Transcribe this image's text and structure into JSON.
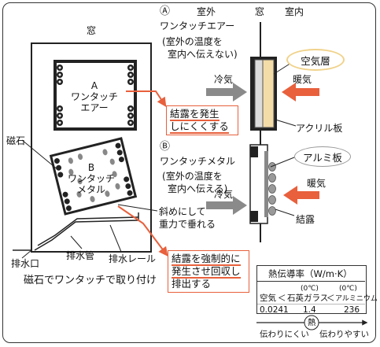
{
  "labels": {
    "window_left": "窓",
    "window_right": "窓",
    "a_symbol": "Ⓐ",
    "outside": "室外",
    "inside": "室内",
    "a_name": "ワンタッチエアー",
    "a_desc_line1": "室外の温度を",
    "a_desc_line2": "室内へ伝えない",
    "cold_air_a": "冷気",
    "warm_air_a": "暖気",
    "air_layer": "空気層",
    "acrylic": "アクリル板",
    "panel_a_line1": "A",
    "panel_a_line2": "ワンタッチ",
    "panel_a_line3": "エアー",
    "callout_a_line1": "結露を発生",
    "callout_a_line2": "しにくくする",
    "magnet": "磁石",
    "panel_b_line1": "B",
    "panel_b_line2": "ワンタッチ",
    "panel_b_line3": "メタル",
    "b_symbol": "Ⓑ",
    "b_name": "ワンタッチメタル",
    "b_desc_line1": "室外の温度を",
    "b_desc_line2": "室内へ伝える",
    "aluminum": "アルミ板",
    "cold_air_b": "冷気",
    "warm_air_b": "暖気",
    "condensation": "結露",
    "tilt_line1": "斜めにして",
    "tilt_line2": "重力で垂れる",
    "drain_port": "排水口",
    "drain_pipe": "排水管",
    "drain_rail": "排水レール",
    "caption": "磁石でワンタッチで取り付け",
    "callout_b_line1": "結露を強制的に",
    "callout_b_line2": "発生させ回収し",
    "callout_b_line3": "排出する"
  },
  "conductivity_table": {
    "title": "熱伝導率（W/m·K）",
    "temp_glass": "(0℃)",
    "temp_alu": "(0℃)",
    "materials": [
      "空気",
      "石英ガラス",
      "アルミニウム"
    ],
    "less_than": "＜",
    "values": [
      "0.0241",
      "1.4",
      "236"
    ]
  },
  "heat_scale": {
    "center": "熱",
    "left": "伝わりにくい",
    "right": "伝わりやすい"
  },
  "colors": {
    "accent_orange": "#e8603c",
    "air_layer_fill": "#f3dca8",
    "gray_arrow": "#8a8a8a"
  }
}
